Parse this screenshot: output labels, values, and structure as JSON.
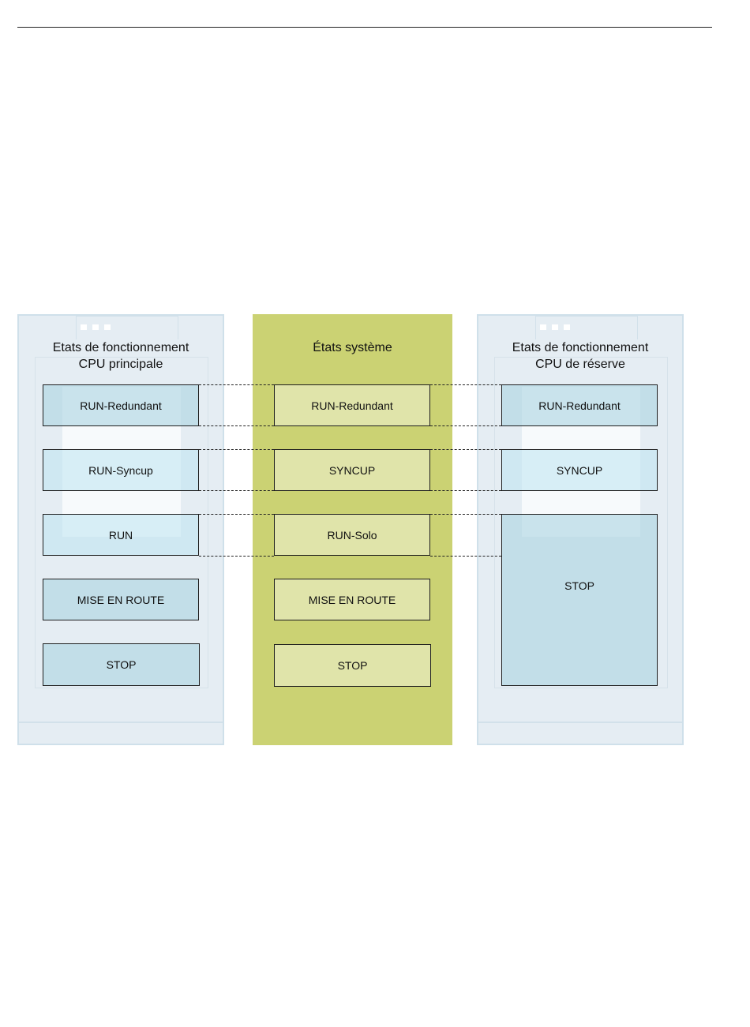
{
  "left_panel": {
    "title_line1": "Etats de fonctionnement",
    "title_line2": "CPU principale",
    "states": [
      "RUN-Redundant",
      "RUN-Syncup",
      "RUN",
      "MISE EN ROUTE",
      "STOP"
    ]
  },
  "system_panel": {
    "title": "États système",
    "states": [
      "RUN-Redundant",
      "SYNCUP",
      "RUN-Solo",
      "MISE EN ROUTE",
      "STOP"
    ]
  },
  "right_panel": {
    "title_line1": "Etats de fonctionnement",
    "title_line2": "CPU de réserve",
    "states": [
      "RUN-Redundant",
      "SYNCUP",
      "STOP"
    ]
  },
  "colors": {
    "system_panel": "#cbd273",
    "system_state": "#e0e4aa",
    "cpu_panel": "#e5edf3",
    "cpu_state": "#aad3e1"
  }
}
